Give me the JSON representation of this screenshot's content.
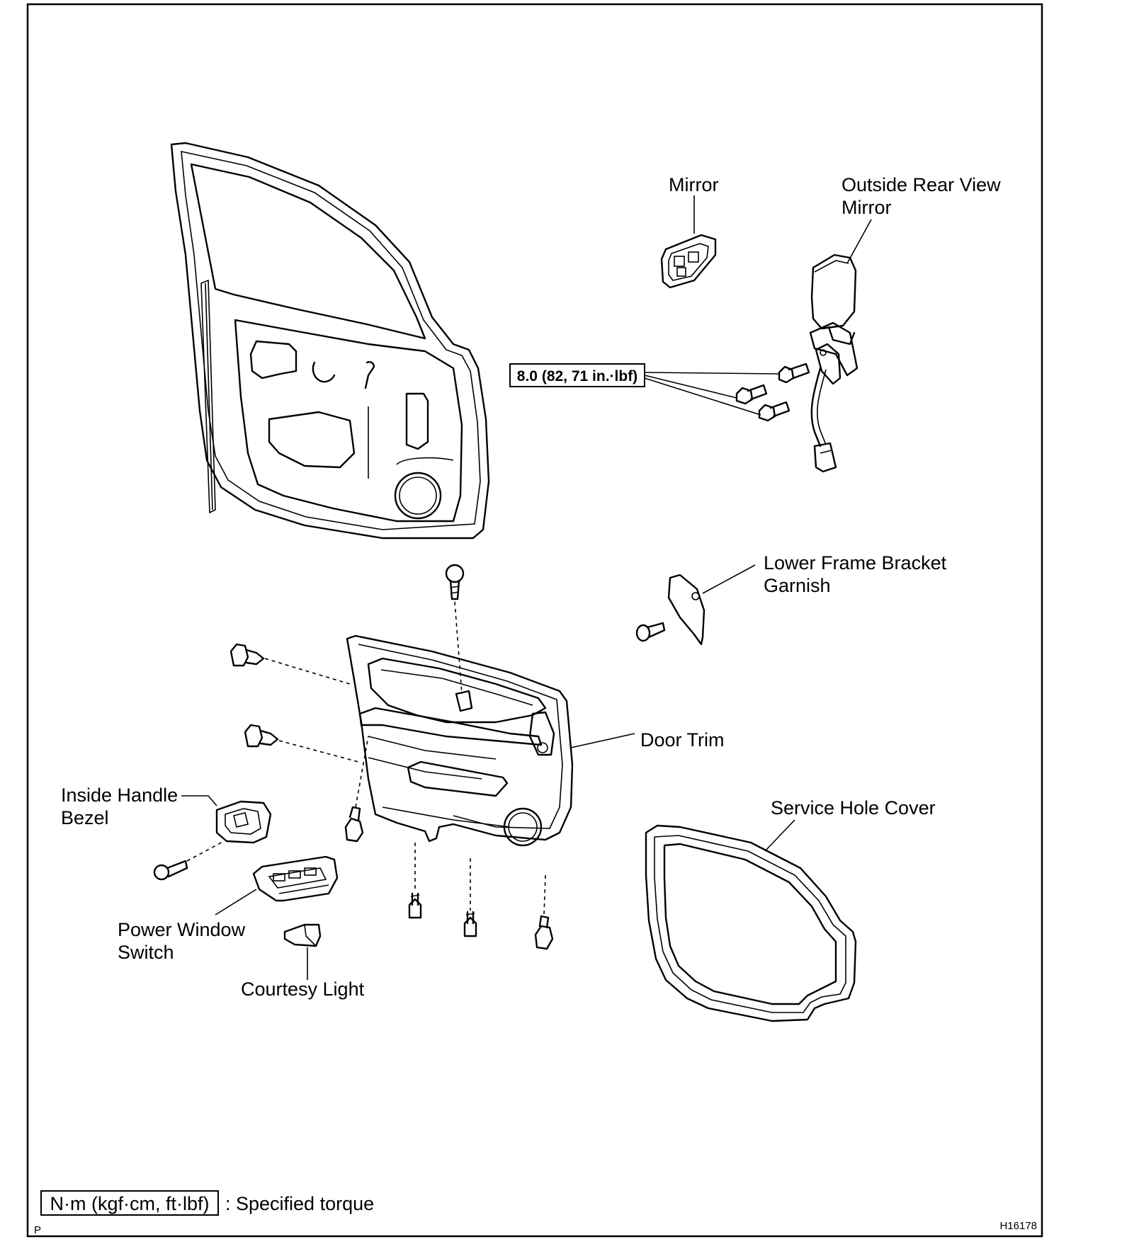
{
  "labels": {
    "mirror": "Mirror",
    "outside_mirror_line1": "Outside Rear View",
    "outside_mirror_line2": "Mirror",
    "torque_mirror": "8.0 (82, 71 in.·lbf)",
    "lower_frame_line1": "Lower Frame Bracket",
    "lower_frame_line2": "Garnish",
    "door_trim": "Door Trim",
    "service_hole_cover": "Service Hole Cover",
    "inside_handle_line1": "Inside Handle",
    "inside_handle_line2": "Bezel",
    "power_window_line1": "Power Window",
    "power_window_line2": "Switch",
    "courtesy_light": "Courtesy Light"
  },
  "legend": {
    "box_text": "N·m (kgf·cm, ft·lbf)",
    "description": ": Specified torque"
  },
  "corner_mark": "P",
  "figure_code": "H16178"
}
